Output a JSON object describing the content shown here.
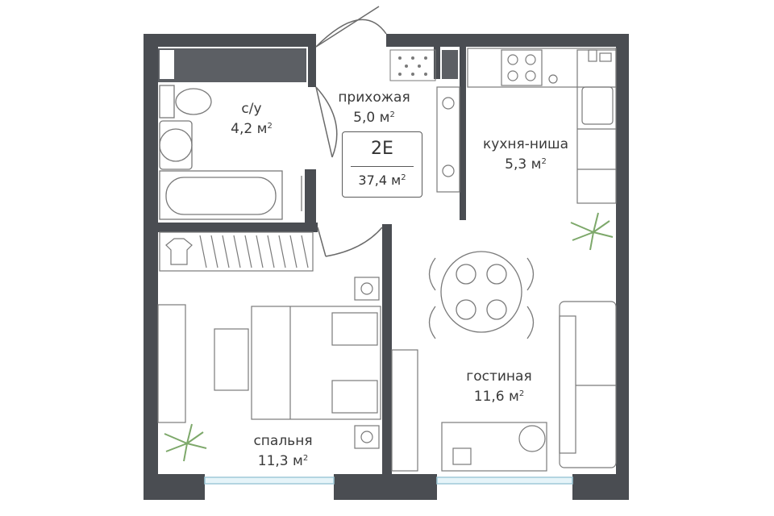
{
  "plan": {
    "apartment_code": "2E",
    "total_area": "37,4 м",
    "area_unit_sup": "2",
    "rooms": [
      {
        "id": "bathroom",
        "name": "с/у",
        "area": "4,2 м",
        "sup": "2"
      },
      {
        "id": "hallway",
        "name": "прихожая",
        "area": "5,0 м",
        "sup": "2"
      },
      {
        "id": "kitchen",
        "name": "кухня-ниша",
        "area": "5,3 м",
        "sup": "2"
      },
      {
        "id": "living",
        "name": "гостиная",
        "area": "11,6 м",
        "sup": "2"
      },
      {
        "id": "bedroom",
        "name": "спальня",
        "area": "11,3 м",
        "sup": "2"
      }
    ]
  },
  "colors": {
    "wall": "#4a4d52",
    "line": "#7a7a7a",
    "window": "#bfe3ee",
    "plant": "#7da86a"
  }
}
